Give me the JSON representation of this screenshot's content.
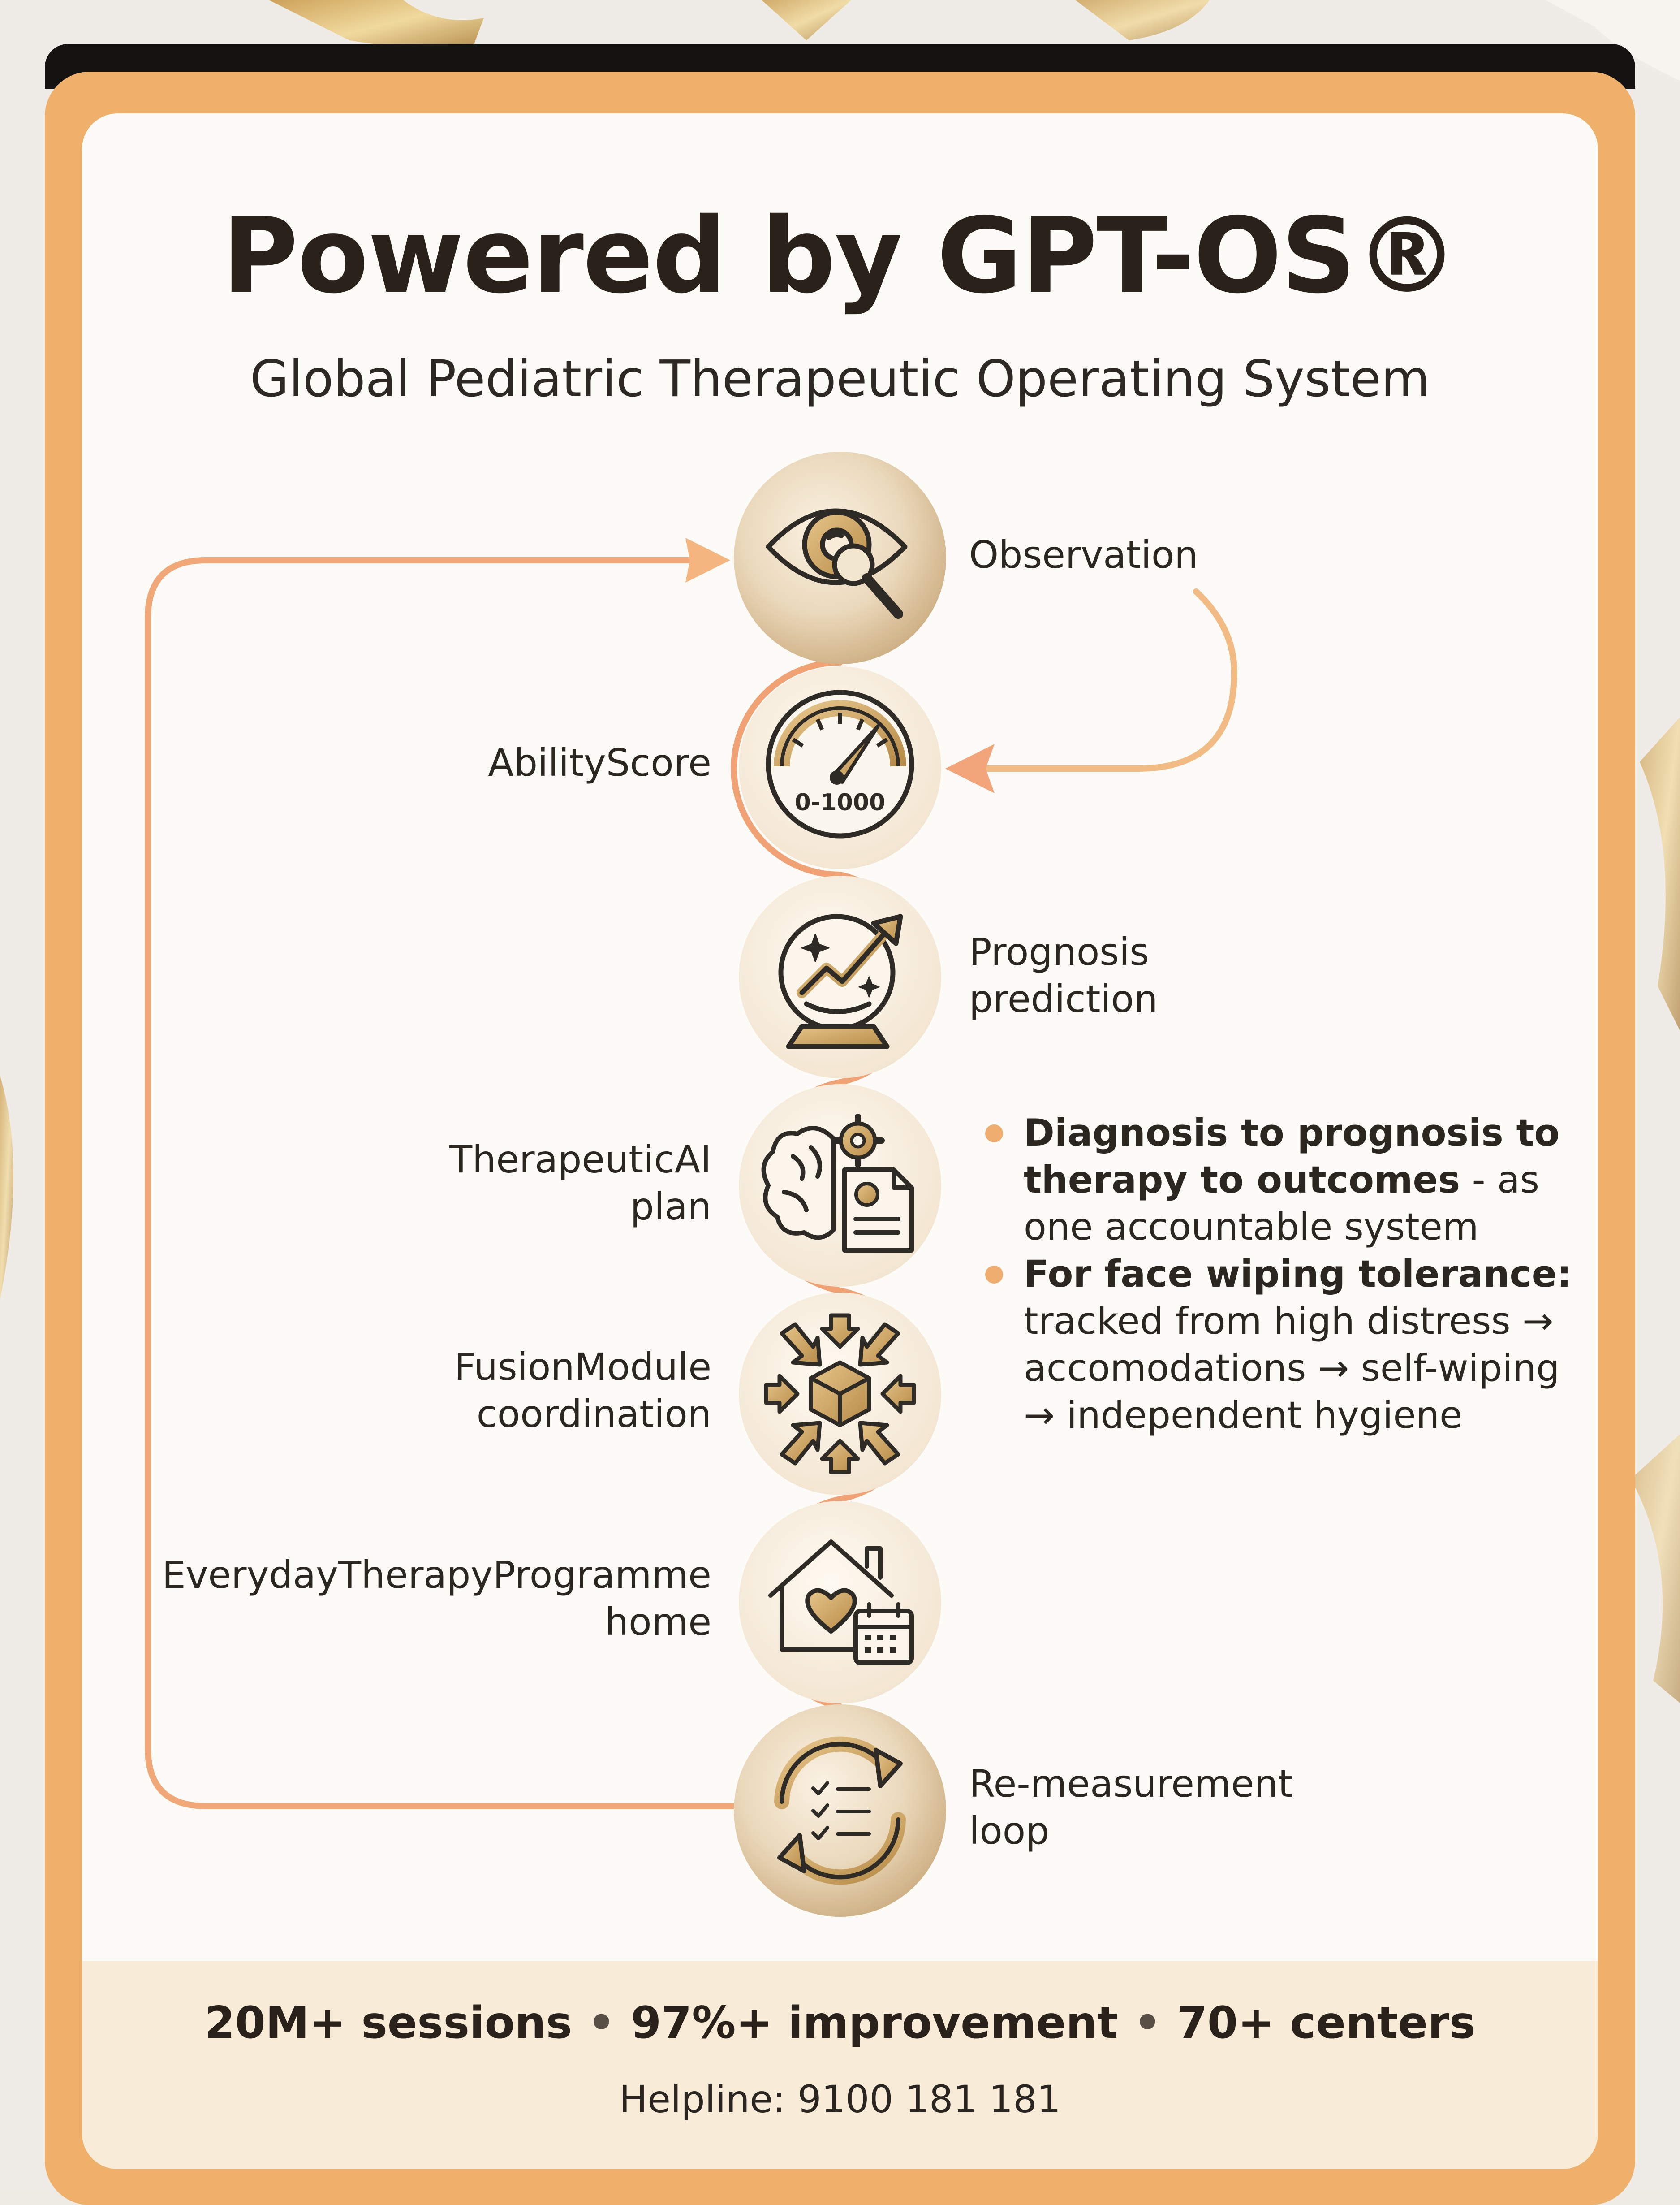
{
  "header": {
    "title": "Powered by GPT-OS®",
    "subtitle": "Global Pediatric Therapeutic Operating System"
  },
  "steps": [
    {
      "label": "Observation",
      "icon": "eye-magnifier-icon"
    },
    {
      "label": "AbilityScore",
      "icon": "gauge-icon",
      "gauge_text": "0-1000"
    },
    {
      "label_line1": "Prognosis",
      "label_line2": "prediction",
      "icon": "crystal-ball-chart-icon"
    },
    {
      "label_line1": "TherapeuticAI",
      "label_line2": "plan",
      "icon": "brain-document-icon"
    },
    {
      "label_line1": "FusionModule",
      "label_line2": "coordination",
      "icon": "cube-arrows-icon"
    },
    {
      "label_line1": "EverydayTherapyProgramme",
      "label_line2": "home",
      "icon": "house-heart-calendar-icon"
    },
    {
      "label_line1": "Re-measurement",
      "label_line2": "loop",
      "icon": "cycle-checklist-icon"
    }
  ],
  "bullets": [
    {
      "bold": "Diagnosis to prognosis to therapy to outcomes",
      "text": " - as one accountable system"
    },
    {
      "bold": "For face wiping tolerance:",
      "text": " tracked from high distress → accomodations → self-wiping → independent hygiene"
    }
  ],
  "footer": {
    "stat1": "20M+ sessions",
    "stat2": "97%+ improvement",
    "stat3": "70+ centers",
    "separator": "•",
    "helpline": "Helpline: 9100 181 181"
  },
  "colors": {
    "frame": "#eeb06a",
    "flow_line": "#f0a878",
    "gold": "#b8935a",
    "icon_ink": "#2e2a26",
    "footer_band": "#f8ecd8"
  }
}
